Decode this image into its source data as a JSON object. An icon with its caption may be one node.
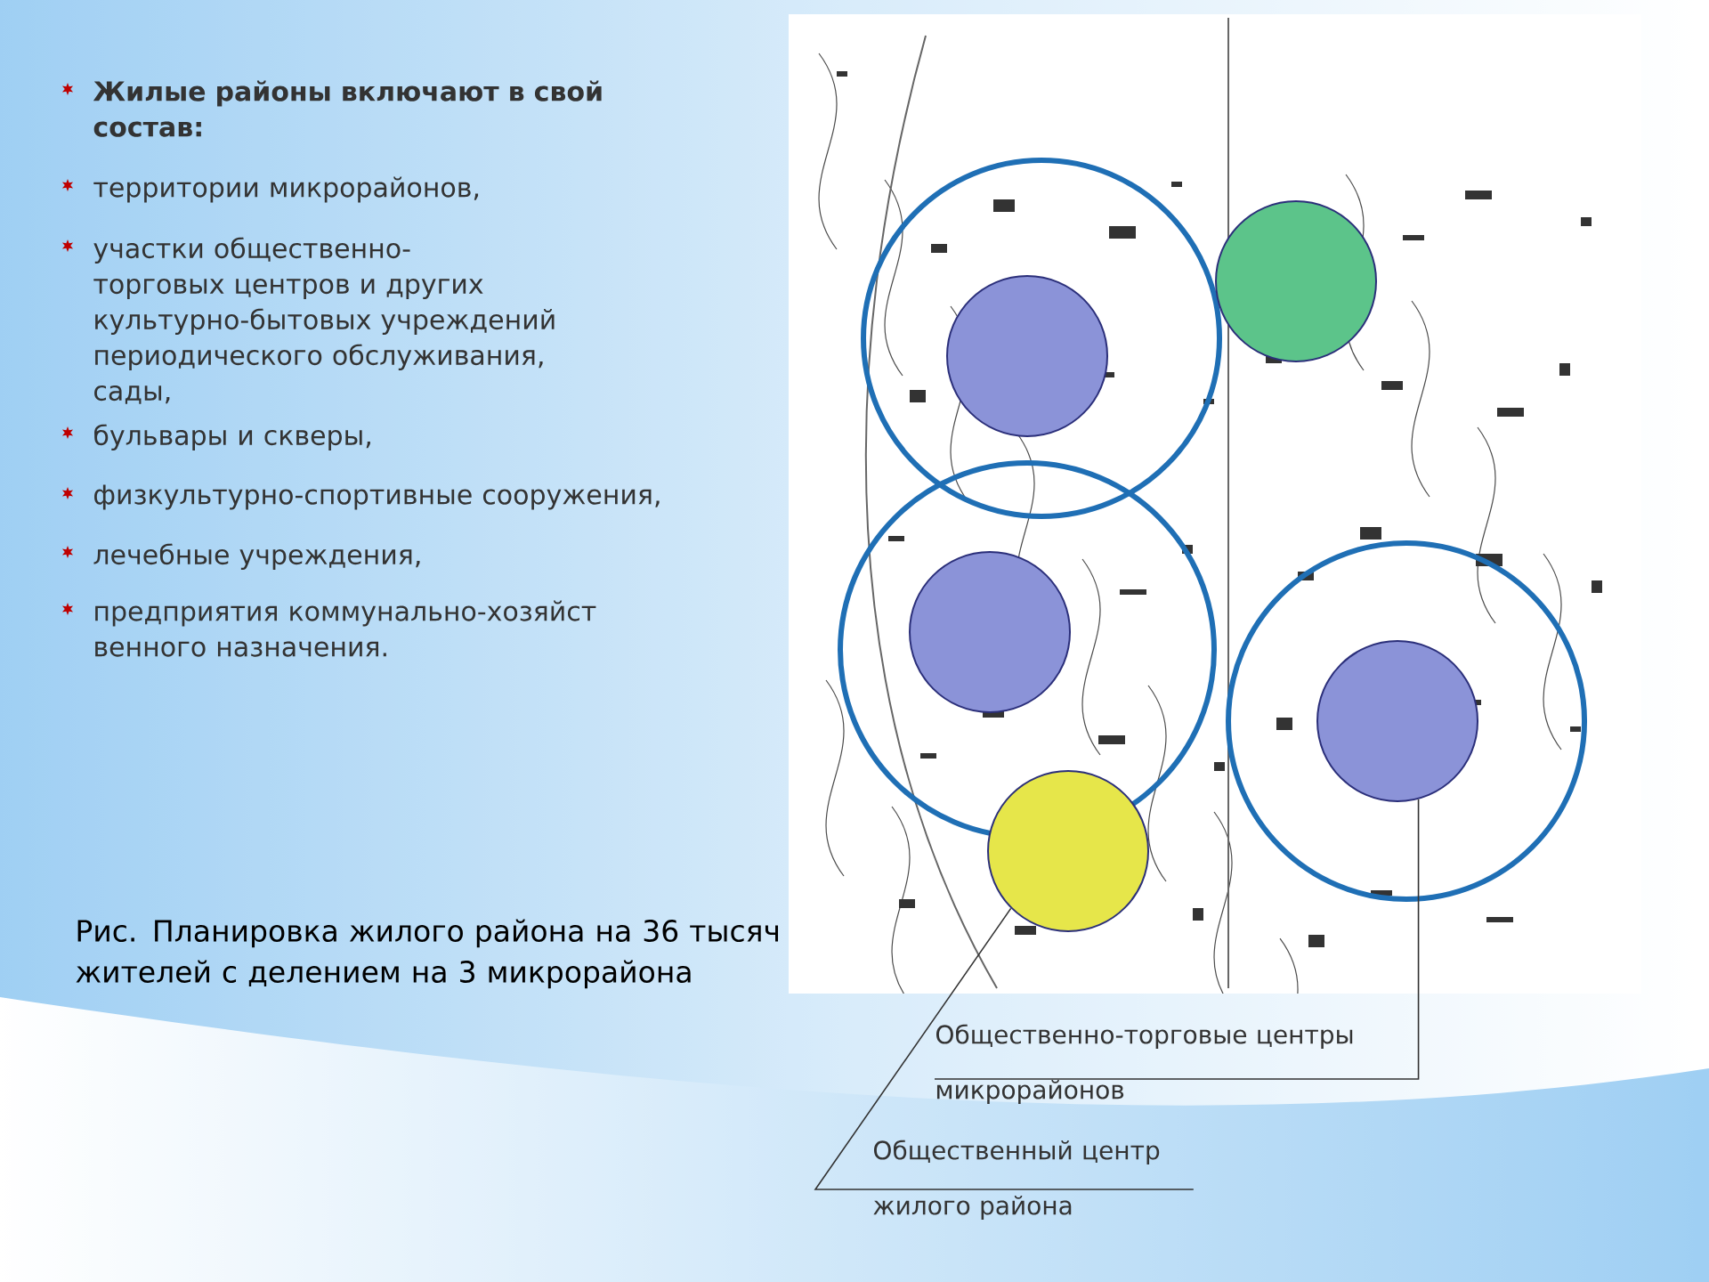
{
  "diagram": {
    "caption": "Рис. Планировка жилого района на 36 тысяч жителей с делением на 3 микрорайона",
    "nodes": [
      {
        "text": [],
        "shape": "circle"
      },
      {
        "text": [],
        "shape": "circle",
        "in": 0
      },
      {
        "text": [],
        "shape": "circle"
      },
      {
        "text": [],
        "shape": "circle"
      },
      {
        "text": [],
        "shape": "circle",
        "in": 3
      },
      {
        "text": [],
        "shape": "circle"
      },
      {
        "text": [],
        "shape": "circle",
        "in": 5
      },
      {
        "text": [],
        "shape": "circle"
      },
      {
        "text": [
          "Общественно-торговые центры микрорайонов"
        ]
      },
      {
        "text": [
          "Общественный центр жилого района"
        ]
      }
    ],
    "edges": [
      {
        "from": 8,
        "to": 6,
        "arrow": "none"
      },
      {
        "from": 9,
        "to": 7,
        "arrow": "none"
      }
    ],
    "labels": [
      "Жилые районы включают в свой состав:",
      "территории микрорайонов,",
      "участки общественно-торговых центров и других культурно-бытовых учреждений периодического обслуживания, сады,",
      "бульвары и скверы,",
      "физкультурно-спортивные сооружения,",
      "лечебные учреждения,",
      "предприятия коммунально-хозяйст венного назначения."
    ]
  }
}
